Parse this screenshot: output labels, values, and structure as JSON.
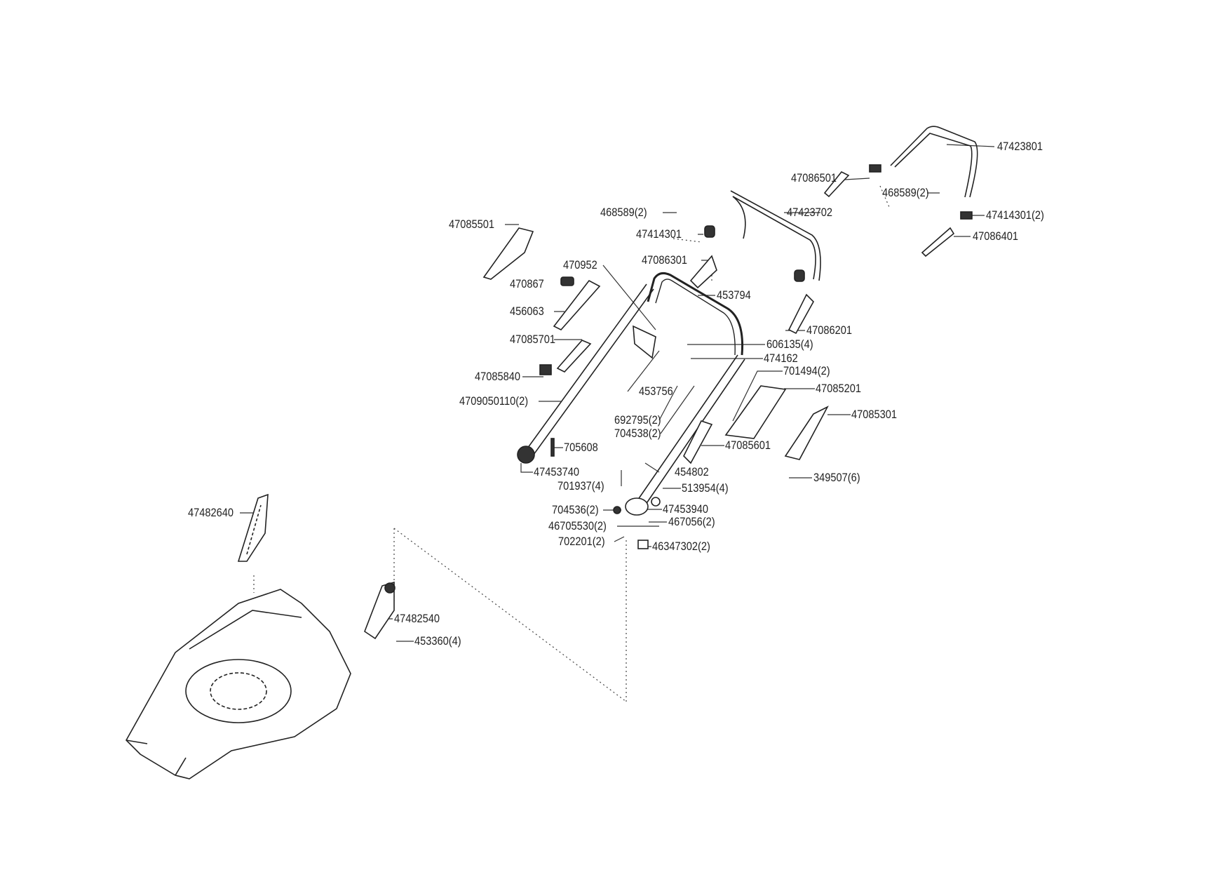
{
  "diagram": {
    "type": "exploded-parts-diagram",
    "labels": [
      "47423801",
      "47086501",
      "468589(2)",
      "47423702",
      "47414301(2)",
      "47086401",
      "468589(2)",
      "47414301",
      "47085501",
      "47086301",
      "470952",
      "470867",
      "453794",
      "456063",
      "47086201",
      "47085701",
      "606135(4)",
      "474162",
      "47085840",
      "701494(2)",
      "453756",
      "47085201",
      "4709050110(2)",
      "47085301",
      "692795(2)",
      "704538(2)",
      "47085601",
      "705608",
      "47453740",
      "454802",
      "349507(6)",
      "701937(4)",
      "513954(4)",
      "704536(2)",
      "47453940",
      "46705530(2)",
      "467056(2)",
      "702201(2)",
      "46347302(2)",
      "47482640",
      "47482540",
      "453360(4)"
    ]
  }
}
